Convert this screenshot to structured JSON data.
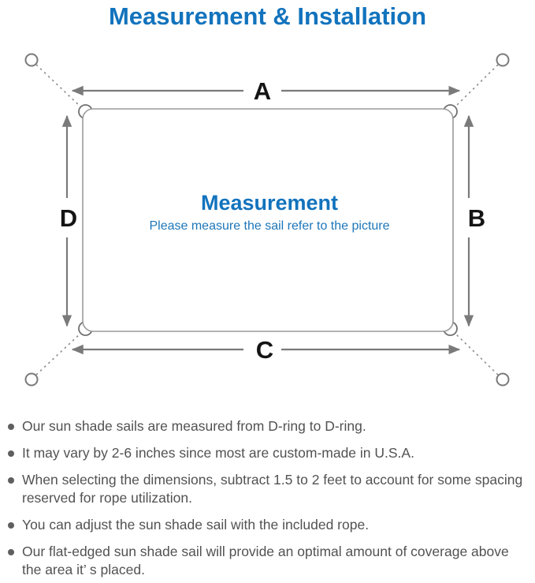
{
  "title": "Measurement & Installation",
  "diagram": {
    "label_top": "A",
    "label_right": "B",
    "label_bottom": "C",
    "label_left": "D",
    "center_title": "Measurement",
    "center_subtitle": "Please measure the sail refer to the picture"
  },
  "notes": [
    "Our sun shade sails are measured from D-ring to D-ring.",
    "It may vary by 2-6 inches since most are custom-made in U.S.A.",
    "When selecting the dimensions, subtract 1.5 to 2 feet to account for some spacing reserved for rope utilization.",
    "You can adjust the sun shade sail with the included rope.",
    "Our flat-edged sun shade sail will provide an optimal amount of coverage above the area it’ s placed."
  ],
  "colors": {
    "accent_blue": "#1273bd",
    "subtitle_blue": "#1d76b8",
    "label_black": "#141414",
    "note_gray": "#525252",
    "line_gray": "#7a7a7a",
    "sail_border_gray": "#9a9a9a"
  }
}
